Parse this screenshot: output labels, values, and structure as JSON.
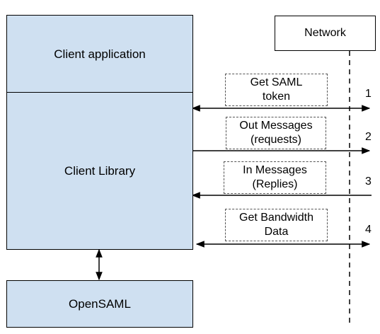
{
  "boxes": {
    "client_application": "Client application",
    "client_library": "Client Library",
    "opensaml": "OpenSAML",
    "network": "Network"
  },
  "messages": [
    {
      "line1": "Get SAML",
      "line2": "token",
      "number": "1",
      "direction": "both"
    },
    {
      "line1": "Out Messages",
      "line2": "(requests)",
      "number": "2",
      "direction": "right"
    },
    {
      "line1": "In Messages",
      "line2": "(Replies)",
      "number": "3",
      "direction": "left"
    },
    {
      "line1": "Get Bandwidth",
      "line2": "Data",
      "number": "4",
      "direction": "both"
    }
  ],
  "colors": {
    "box_fill": "#cfe0f1",
    "stroke": "#000000"
  }
}
